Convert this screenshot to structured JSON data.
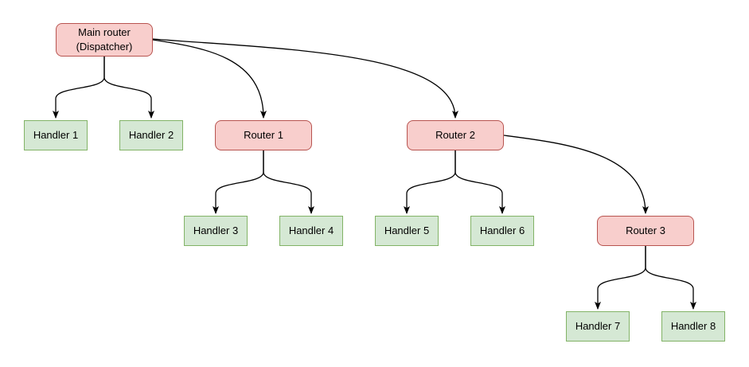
{
  "colors": {
    "canvas_bg": "#ffffff",
    "router_fill": "#f8cecc",
    "router_border": "#b85450",
    "handler_fill": "#d5e8d4",
    "handler_border": "#82b366",
    "edge_color": "#000000",
    "text_color": "#000000"
  },
  "diagram": {
    "nodes": [
      {
        "id": "main-router",
        "type": "router",
        "label": "Main router\n(Dispatcher)"
      },
      {
        "id": "handler-1",
        "type": "handler",
        "label": "Handler 1"
      },
      {
        "id": "handler-2",
        "type": "handler",
        "label": "Handler 2"
      },
      {
        "id": "router-1",
        "type": "router",
        "label": "Router 1"
      },
      {
        "id": "router-2",
        "type": "router",
        "label": "Router 2"
      },
      {
        "id": "handler-3",
        "type": "handler",
        "label": "Handler 3"
      },
      {
        "id": "handler-4",
        "type": "handler",
        "label": "Handler 4"
      },
      {
        "id": "handler-5",
        "type": "handler",
        "label": "Handler 5"
      },
      {
        "id": "handler-6",
        "type": "handler",
        "label": "Handler 6"
      },
      {
        "id": "router-3",
        "type": "router",
        "label": "Router 3"
      },
      {
        "id": "handler-7",
        "type": "handler",
        "label": "Handler 7"
      },
      {
        "id": "handler-8",
        "type": "handler",
        "label": "Handler 8"
      }
    ],
    "edges": [
      {
        "from": "main-router",
        "to": "handler-1"
      },
      {
        "from": "main-router",
        "to": "handler-2"
      },
      {
        "from": "main-router",
        "to": "router-1"
      },
      {
        "from": "main-router",
        "to": "router-2"
      },
      {
        "from": "router-1",
        "to": "handler-3"
      },
      {
        "from": "router-1",
        "to": "handler-4"
      },
      {
        "from": "router-2",
        "to": "handler-5"
      },
      {
        "from": "router-2",
        "to": "handler-6"
      },
      {
        "from": "router-2",
        "to": "router-3"
      },
      {
        "from": "router-3",
        "to": "handler-7"
      },
      {
        "from": "router-3",
        "to": "handler-8"
      }
    ]
  }
}
